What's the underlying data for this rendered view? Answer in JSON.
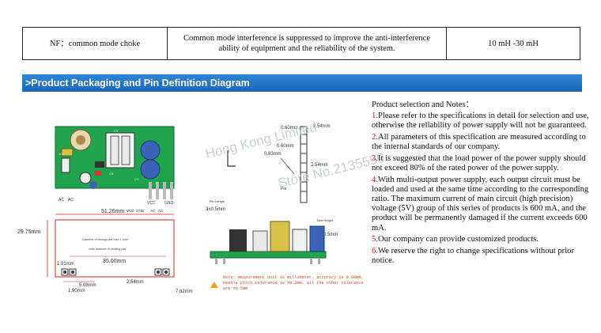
{
  "spec_row": {
    "name": "NF：common mode choke",
    "description": "Common mode interference is suppressed to improve the anti-interference ability of equipment and the reliability of the system.",
    "value": "10 mH -30 mH"
  },
  "banner": {
    "title": ">Product Packaging and Pin Definition Diagram"
  },
  "diagram": {
    "pins_top": [
      "AC",
      "AC",
      "VCC",
      "GND"
    ],
    "board_labels": {
      "cy": "CY",
      "cx": "CX",
      "cy_bottom": "CY",
      "c1": "C1"
    },
    "dim_width": "51.26mm",
    "dim_height": "29.75mm",
    "hole_text_1": "Diameter of through-line hole 1.1mm",
    "hole_text_2": "outer diameter of welding pad",
    "dim_1_91": "1.91mm",
    "dim_35": "35.00mm",
    "dim_5_08": "5.08mm",
    "dim_1_90": "1.90mm",
    "dim_2_54": "2.54mm",
    "dim_7_62": "7.62mm",
    "pin_060a": "0.60mm",
    "pin_254a": "2.54mm",
    "pin_060b": "0.60mm",
    "pin_083": "0.83mm",
    "pin_254b": "2.54mm",
    "pin_label": "Pin",
    "pin_length": "Pin Length",
    "dim_3": "3±0.5mm",
    "total_height": "Total Height",
    "dim_20_5": "20.5±0.5mm",
    "note": "Note: measurement unit is millimeter, accuracy is 0.00mm, needle pitch tolerance is ±0.2mm, all the other tolerance are ±0.5mm",
    "side_pins": [
      "AC",
      "AC",
      "VCC",
      "GND"
    ],
    "colors": {
      "pcb": "#1fa34d",
      "dim": "#e02020",
      "component_blue": "#3a63b8"
    }
  },
  "watermark": {
    "line1": "Hong Kong Limited",
    "line2": "Store No.2135559"
  },
  "notes": {
    "title": "Product selection and Notes：",
    "items": [
      {
        "num": "1.",
        "text": "Please refer to the specifications in detail for selection and use, otherwise the reliability of power supply will not be guaranteed."
      },
      {
        "num": "2.",
        "text": "All parameters of this specification are measured according to the internal standards of our company."
      },
      {
        "num": "3.",
        "text": "It is suggested that the load power of the power supply should not exceed 80% of the rated power of the power supply."
      },
      {
        "num": "4.",
        "text": "With multi-output power supply, each output circuit must be loaded and used at the same time according to the corresponding ratio. The maximum current of main circuit (high precision) voltage (5V) group of this series of products is 600 mA, and the product will be permanently damaged if the current exceeds 600 mA."
      },
      {
        "num": "5.",
        "text": "Our company can provide customized products."
      },
      {
        "num": "6.",
        "text": "We reserve the right to change specifications without prior notice."
      }
    ]
  }
}
